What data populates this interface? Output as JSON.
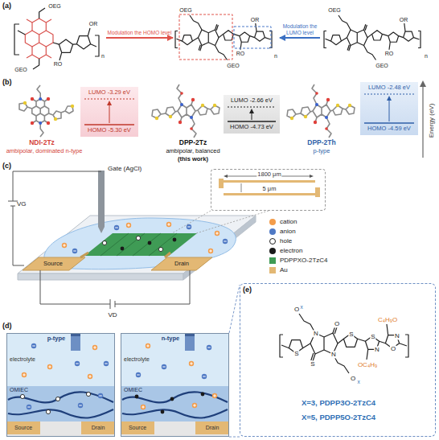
{
  "diagram": {
    "nodes": [
      {
        "text": [
          "OEG",
          "GEO",
          "OR",
          "RO",
          "n"
        ]
      },
      {
        "text": [
          "OEG",
          "GEO",
          "OR",
          "RO",
          "n"
        ]
      },
      {
        "text": [
          "OEG",
          "GEO",
          "OR",
          "RO",
          "n"
        ]
      },
      {
        "text": [
          "LUMO -3.29 eV",
          "HOMO -5.30 eV"
        ]
      },
      {
        "text": [
          "LUMO -2.66 eV",
          "HOMO -4.73 eV"
        ]
      },
      {
        "text": [
          "LUMO -2.48 eV",
          "HOMO -4.59 eV"
        ]
      },
      {
        "text": [
          "1800 μm",
          "5 μm"
        ]
      },
      {
        "text": [
          "p-type",
          "electrolyte",
          "OMIEC",
          "Source",
          "Drain"
        ]
      },
      {
        "text": [
          "n-type",
          "electrolyte",
          "OMIEC",
          "Source",
          "Drain"
        ]
      },
      {
        "text": [
          "O",
          "x",
          "O",
          "C₄H₉O",
          "N",
          "S",
          "S",
          "N",
          "S",
          "N",
          "O",
          "N",
          "S",
          "OC₄H₉",
          "O",
          "x",
          "X=3, PDPP3O-2TzC4",
          "X=5, PDPP5O-2TzC4"
        ]
      }
    ],
    "edges": [
      {
        "from": 0,
        "to": 1,
        "arrow": "to",
        "label": "Modulation the HOMO level"
      },
      {
        "from": 2,
        "to": 1,
        "arrow": "to",
        "label": "Modulation the LUMO level"
      }
    ],
    "labels": [
      "(a)",
      "(b)",
      "(c)",
      "(d)",
      "(e)",
      "NDI-2Tz",
      "ambipolar, dominated n-type",
      "DPP-2Tz",
      "ambipolar, balanced",
      "(this work)",
      "DPP-2Th",
      "p-type",
      "Energy (eV)",
      "Gate (AgCl)",
      "VG",
      "VD",
      "Source",
      "Drain"
    ],
    "legend": [
      {
        "text": "cation",
        "color": "#f39c4a"
      },
      {
        "text": "anion",
        "color": "#4f79c4"
      },
      {
        "text": "hole"
      },
      {
        "text": "electron",
        "color": "#1a1a1a"
      },
      {
        "text": "PDPPXO-2TzC4",
        "color": "#3f9b55"
      },
      {
        "text": "Au",
        "color": "#e3b874"
      }
    ]
  }
}
